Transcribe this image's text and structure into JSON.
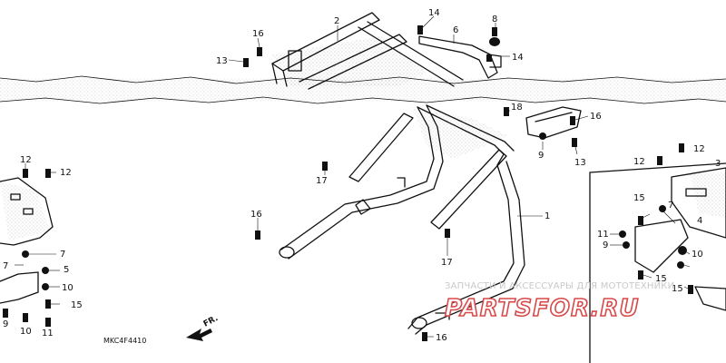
{
  "diagram_code": "MKC4F4410",
  "direction_label": "FR.",
  "watermark": {
    "caption": "ЗАПЧАСТИ И АКСЕССУАРЫ ДЛЯ МОТОТЕХНИКИ",
    "logo": "PARTSFOR.RU"
  },
  "callouts": [
    {
      "id": "c2",
      "label": "2"
    },
    {
      "id": "c14a",
      "label": "14"
    },
    {
      "id": "c8",
      "label": "8"
    },
    {
      "id": "c6",
      "label": "6"
    },
    {
      "id": "c16a",
      "label": "16"
    },
    {
      "id": "c13a",
      "label": "13"
    },
    {
      "id": "c14b",
      "label": "14"
    },
    {
      "id": "c18",
      "label": "18"
    },
    {
      "id": "c16b",
      "label": "16"
    },
    {
      "id": "c9a",
      "label": "9"
    },
    {
      "id": "c13b",
      "label": "13"
    },
    {
      "id": "c17a",
      "label": "17"
    },
    {
      "id": "c16c",
      "label": "16"
    },
    {
      "id": "c1",
      "label": "1"
    },
    {
      "id": "c17b",
      "label": "17"
    },
    {
      "id": "c16d",
      "label": "16"
    },
    {
      "id": "c12a",
      "label": "12"
    },
    {
      "id": "c12b",
      "label": "12"
    },
    {
      "id": "c7a",
      "label": "7"
    },
    {
      "id": "c7b",
      "label": "7"
    },
    {
      "id": "c5",
      "label": "5"
    },
    {
      "id": "c10a",
      "label": "10"
    },
    {
      "id": "c15a",
      "label": "15"
    },
    {
      "id": "c9b",
      "label": "9"
    },
    {
      "id": "c10b",
      "label": "10"
    },
    {
      "id": "c11a",
      "label": "11"
    },
    {
      "id": "c12c",
      "label": "12"
    },
    {
      "id": "c12d",
      "label": "12"
    },
    {
      "id": "c3",
      "label": "3"
    },
    {
      "id": "c15b",
      "label": "15"
    },
    {
      "id": "c7c",
      "label": "7"
    },
    {
      "id": "c4",
      "label": "4"
    },
    {
      "id": "c11b",
      "label": "11"
    },
    {
      "id": "c9c",
      "label": "9"
    },
    {
      "id": "c10c",
      "label": "10"
    },
    {
      "id": "c15c",
      "label": "15"
    },
    {
      "id": "c15d",
      "label": "15"
    }
  ]
}
